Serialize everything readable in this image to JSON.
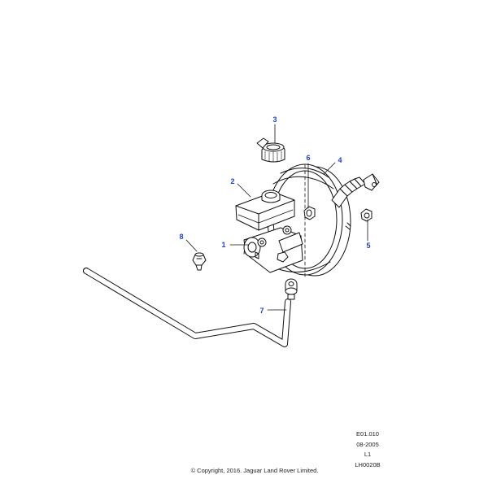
{
  "diagram": {
    "callouts": [
      "1",
      "2",
      "3",
      "4",
      "5",
      "6",
      "7",
      "8"
    ]
  },
  "footer": {
    "lines": [
      "E01.010",
      "08-2005",
      "L1",
      "LH0020B"
    ],
    "copyright": "© Copyright, 2016. Jaguar Land Rover Limited."
  },
  "colors": {
    "callout": "#1a3fd1",
    "line": "#111111"
  }
}
